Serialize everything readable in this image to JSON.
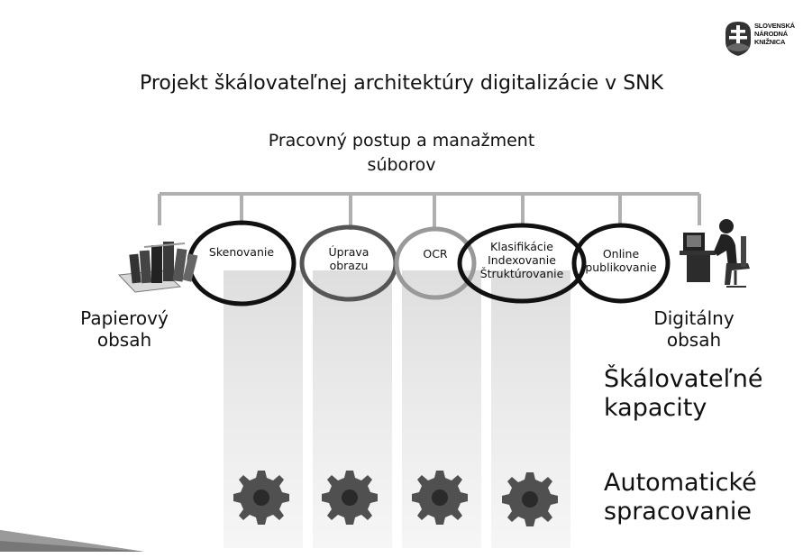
{
  "logo": {
    "lines": [
      "SLOVENSKÁ",
      "NÁRODNÁ",
      "KNIŽNICA"
    ],
    "icon": "double-cross-emblem-icon"
  },
  "title": "Projekt škálovateľnej architektúry digitalizácie v SNK",
  "workflow": {
    "lines": [
      "Pracovný postup a manažment",
      "súborov"
    ]
  },
  "source": {
    "lines": [
      "Papierový",
      "obsah"
    ],
    "icon": "books-icon"
  },
  "target": {
    "lines": [
      "Digitálny",
      "obsah"
    ],
    "icon": "computer-user-icon"
  },
  "stages": [
    {
      "lines": [
        "Skenovanie"
      ]
    },
    {
      "lines": [
        "Úprava",
        "obrazu"
      ]
    },
    {
      "lines": [
        "OCR"
      ]
    },
    {
      "lines": [
        "Klasifikácie",
        "Indexovanie",
        "Štruktúrovanie"
      ]
    },
    {
      "lines": [
        "Online",
        "publikovanie"
      ]
    }
  ],
  "capacity": {
    "lines": [
      "Škálovateľné",
      "kapacity"
    ]
  },
  "automation": {
    "lines": [
      "Automatické",
      "spracovanie"
    ],
    "icon": "gear-icon"
  },
  "colors": {
    "dark": "#111111",
    "gray": "#999999",
    "column": "#e6e6e6",
    "connector": "#b0b0b0"
  }
}
